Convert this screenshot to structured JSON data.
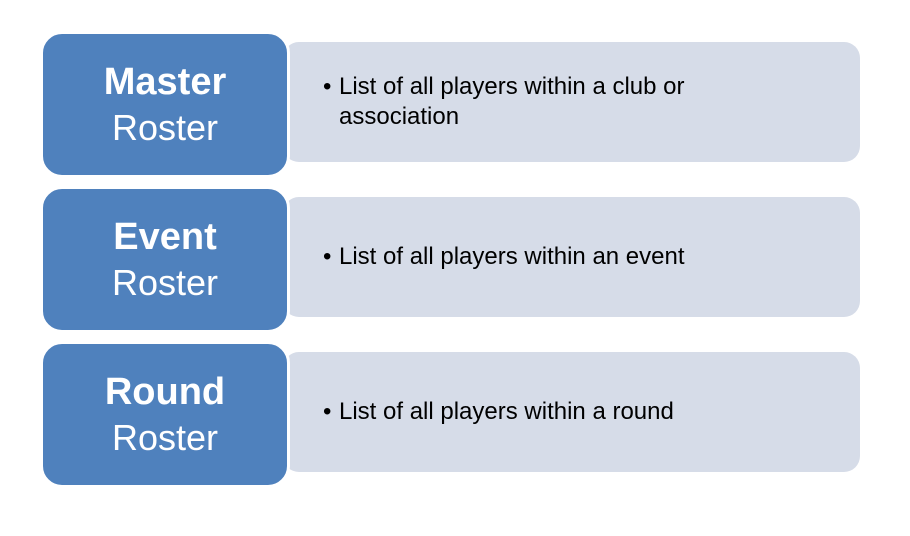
{
  "rosters": [
    {
      "title_bold": "Master",
      "title_plain": "Roster",
      "bullet": "List of all players within a club or association"
    },
    {
      "title_bold": "Event",
      "title_plain": "Roster",
      "bullet": "List of all players within an event"
    },
    {
      "title_bold": "Round",
      "title_plain": "Roster",
      "bullet": "List of all players within a round"
    }
  ],
  "colors": {
    "label_fill": "#4f81bd",
    "detail_fill": "#d6dce8",
    "label_text": "#ffffff",
    "detail_text": "#000000"
  }
}
